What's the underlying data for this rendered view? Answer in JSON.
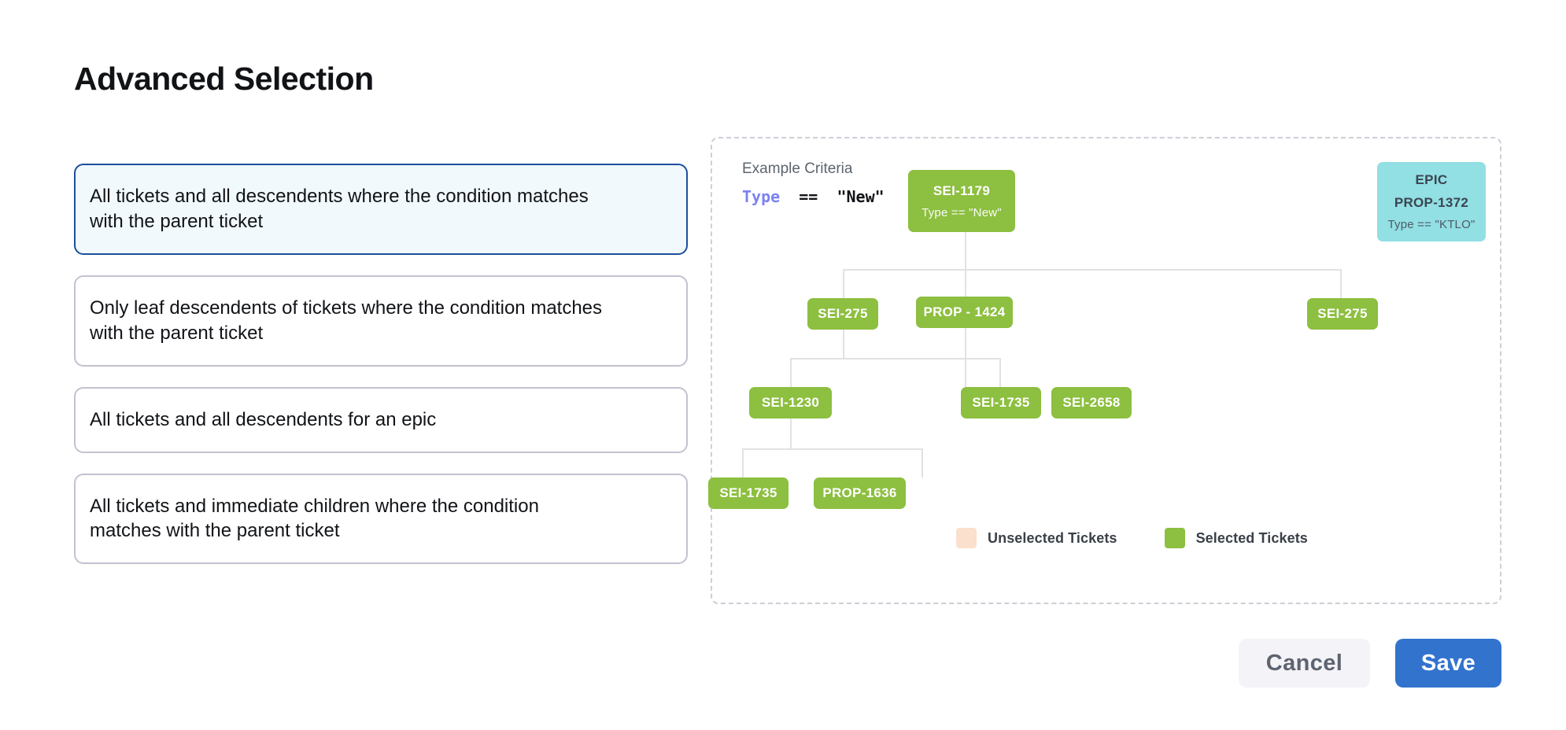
{
  "page": {
    "title": "Advanced Selection"
  },
  "options": [
    {
      "label": "All tickets and all descendents where the condition matches with the parent ticket",
      "selected": true
    },
    {
      "label": "Only leaf descendents of tickets where the condition matches with the parent ticket",
      "selected": false
    },
    {
      "label": "All tickets and all descendents for an epic",
      "selected": false
    },
    {
      "label": "All tickets and immediate children where the condition matches with the parent ticket",
      "selected": false
    }
  ],
  "diagram": {
    "criteria_title": "Example Criteria",
    "criteria_field": "Type",
    "criteria_operator": "==",
    "criteria_value": "\"New\"",
    "nodes": [
      {
        "id": "root",
        "label": "SEI-1179",
        "sub": "Type == \"New\"",
        "kind": "selected",
        "row": 1
      },
      {
        "id": "epic",
        "label": "EPIC",
        "label2": "PROP-1372",
        "sub": "Type == \"KTLO\"",
        "kind": "epic",
        "row": 1
      },
      {
        "id": "c1",
        "label": "SEI-275",
        "kind": "selected",
        "row": 2
      },
      {
        "id": "c2",
        "label": "PROP - 1424",
        "kind": "selected",
        "row": 2
      },
      {
        "id": "c3",
        "label": "SEI-275",
        "kind": "selected",
        "row": 2
      },
      {
        "id": "g1",
        "label": "SEI-1230",
        "kind": "selected",
        "row": 3
      },
      {
        "id": "g2",
        "label": "SEI-1735",
        "kind": "selected",
        "row": 3
      },
      {
        "id": "g3",
        "label": "SEI-2658",
        "kind": "selected",
        "row": 3
      },
      {
        "id": "h1",
        "label": "SEI-1735",
        "kind": "selected",
        "row": 4
      },
      {
        "id": "h2",
        "label": "PROP-1636",
        "kind": "selected",
        "row": 4
      }
    ],
    "legend": [
      {
        "label": "Unselected Tickets",
        "color": "#fbe0cd"
      },
      {
        "label": "Selected Tickets",
        "color": "#8dbf40"
      }
    ]
  },
  "footer": {
    "cancel_label": "Cancel",
    "save_label": "Save"
  },
  "colors": {
    "selected_node": "#8dbf40",
    "epic_node": "#92dfe4",
    "unselected_node": "#fbe0cd",
    "accent_blue": "#3273cd",
    "selected_card_border": "#1d4e9c",
    "selected_card_bg": "#f1f9fc"
  }
}
